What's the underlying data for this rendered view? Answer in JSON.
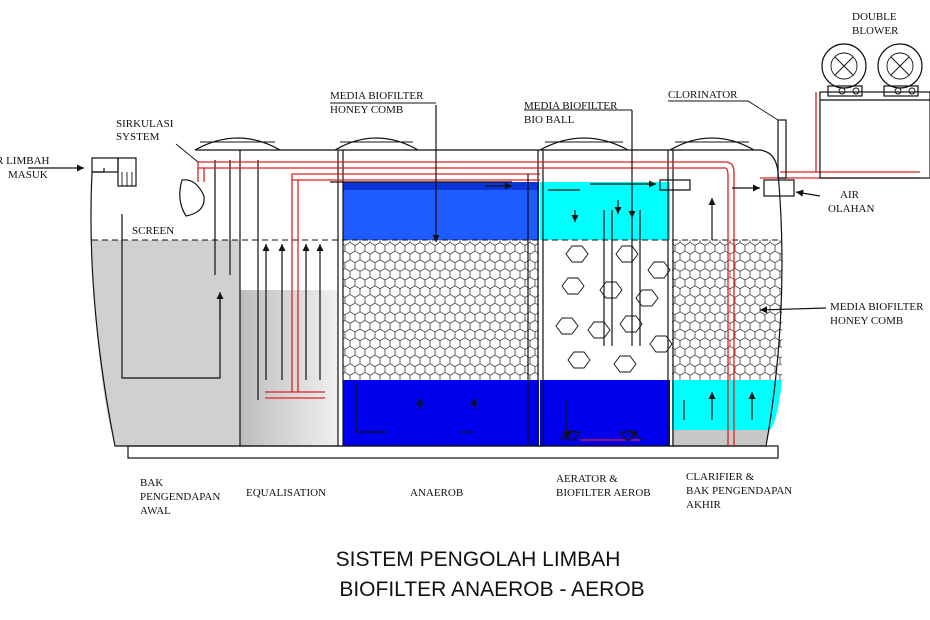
{
  "title": {
    "line1": "SISTEM PENGOLAH LIMBAH",
    "line2": "BIOFILTER ANAEROB - AEROB"
  },
  "labels": {
    "inlet": [
      "R LIMBAH",
      "MASUK"
    ],
    "sirkulasi": [
      "SIRKULASI",
      "SYSTEM"
    ],
    "screen": "SCREEN",
    "media_top": [
      "MEDIA BIOFILTER",
      "HONEY COMB"
    ],
    "media_bioball": [
      "MEDIA BIOFILTER",
      "BIO BALL"
    ],
    "clorinator": "CLORINATOR",
    "blower": [
      "DOUBLE",
      "BLOWER"
    ],
    "air_olahan": [
      "AIR",
      "OLAHAN"
    ],
    "media_right": [
      "MEDIA BIOFILTER",
      "HONEY COMB"
    ]
  },
  "zones": {
    "bak_awal": [
      "BAK",
      "PENGENDAPAN",
      "AWAL"
    ],
    "equalisation": "EQUALISATION",
    "anaerob": "ANAEROB",
    "aerator": [
      "AERATOR &",
      "BIOFILTER AEROB"
    ],
    "clarifier": [
      "CLARIFIER &",
      "BAK PENGENDAPAN",
      "AKHIR"
    ]
  },
  "colors": {
    "water_grey": "#d0d0d0",
    "water_blue": "#0000ee",
    "water_blue_light": "#1e5cff",
    "water_cyan": "#00ffff",
    "pipe_red": "#e02020"
  }
}
